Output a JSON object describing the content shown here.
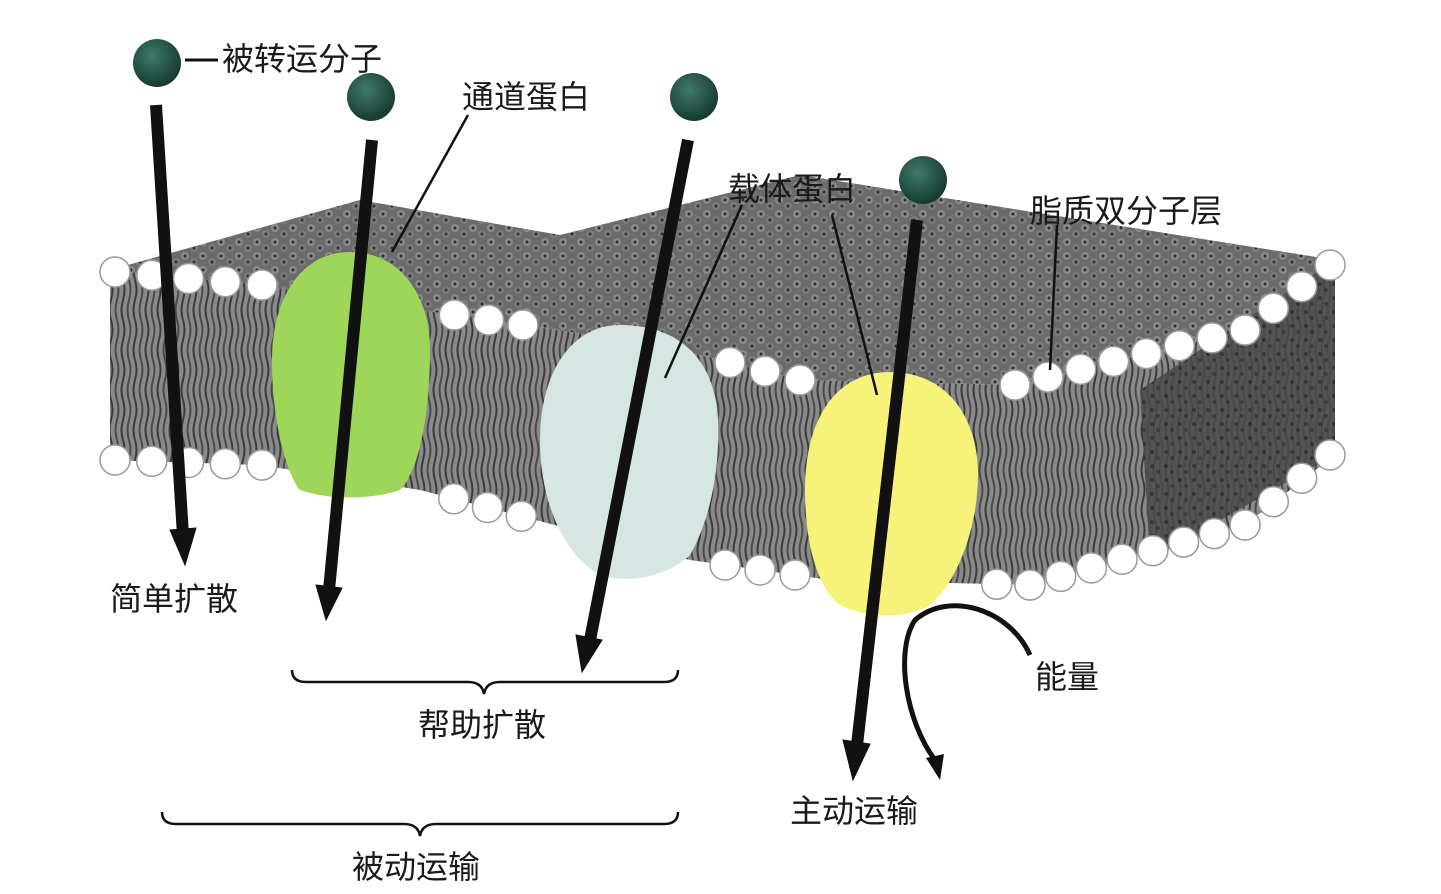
{
  "labels": {
    "transported_molecule": "被转运分子",
    "channel_protein": "通道蛋白",
    "carrier_protein": "载体蛋白",
    "lipid_bilayer": "脂质双分子层",
    "simple_diffusion": "简单扩散",
    "facilitated_diffusion": "帮助扩散",
    "passive_transport": "被动运输",
    "active_transport": "主动运输",
    "energy": "能量"
  },
  "colors": {
    "channel_protein": "#9ed65a",
    "carrier_protein": "#d6e6e2",
    "active_carrier_protein": "#f7f27a",
    "molecule": "#1f4a3f",
    "membrane_core": "#5c5c5c",
    "membrane_top": "#6b6b6b",
    "membrane_side": "#4a4a4a",
    "lipid_head": "#ffffff",
    "ink": "#111111"
  }
}
